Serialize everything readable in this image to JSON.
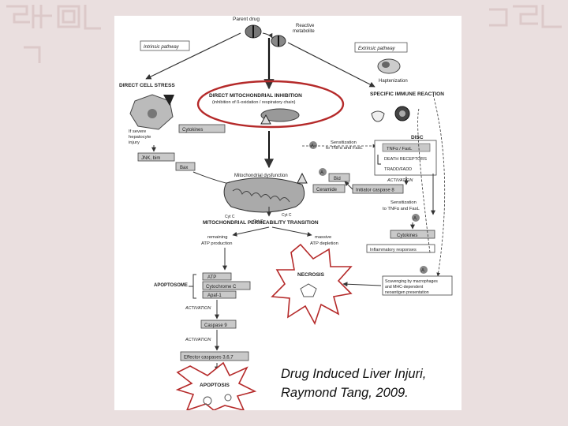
{
  "slide": {
    "caption_line1": "Drug  Induced Liver Injuri,",
    "caption_line2": "Raymond Tang, 2009.",
    "accent_color": "#b52a2a",
    "background_color": "#eadfdf"
  },
  "diagram": {
    "parent_drug": "Parent drug",
    "reactive_metabolite_l1": "Reactive",
    "reactive_metabolite_l2": "metabolite",
    "intrinsic_pathway": "Intrinsic pathway",
    "extrinsic_pathway": "Extrinsic pathway",
    "haptenization": "Haptenization",
    "direct_cell_stress": "DIRECT CELL STRESS",
    "direct_mito_inhibition": "DIRECT MITOCHONDRIAL INHIBITION",
    "mito_inhibition_detail": "(inhibition of ß-oxidation / respiratory chain)",
    "specific_immune_reaction": "SPECIFIC IMMUNE REACTION",
    "severe_injury_l1": "If severe",
    "severe_injury_l2": "hepatocyte",
    "severe_injury_l3": "injury",
    "cytokines": "Cytokines",
    "sensitization_l1": "Sensitization",
    "sensitization_l2": "to TNFα and FasL",
    "disc": "DISC",
    "tnf_fasl": "TNFα / FasL",
    "death_receptors": "DEATH RECEPTORS",
    "tradd_fadd": "TRADD/FADD",
    "jnk_bim": "JNK, bim",
    "bax": "Bax",
    "mito_dysfunction": "Mitochondrial dysfunction",
    "bid": "Bid",
    "ceramide": "Ceramide",
    "activation": "ACTIVATION",
    "initiator_caspase": "Initiator caspase 8",
    "cyt_c": "Cyt C",
    "mpt": "MITOCHONDRIAL PERMEABILITY TRANSITION",
    "sensitization2_l1": "Sensitization",
    "sensitization2_l2": "to TNFα and FasL",
    "remaining_atp_l1": "remaining",
    "remaining_atp_l2": "ATP production",
    "massive_atp_l1": "massive",
    "massive_atp_l2": "ATP depletion",
    "cytokines2": "Cytokines",
    "inflammatory": "Inflammatory responses",
    "necrosis": "NECROSIS",
    "scavenging_l1": "Scavenging by macrophages",
    "scavenging_l2": "and MHC-dependent",
    "scavenging_l3": "neoantigen presentation",
    "apoptosome": "APOPTOSOME",
    "atp": "ATP",
    "cytochrome_c": "Cytochrome C",
    "apaf1": "Apaf-1",
    "activation2": "ACTIVATION",
    "caspase9": "Caspase 9",
    "activation3": "ACTIVATION",
    "effector_caspases": "Effector caspases 3,6,7",
    "apoptosis": "APOPTOSIS",
    "badge_a": "A"
  }
}
